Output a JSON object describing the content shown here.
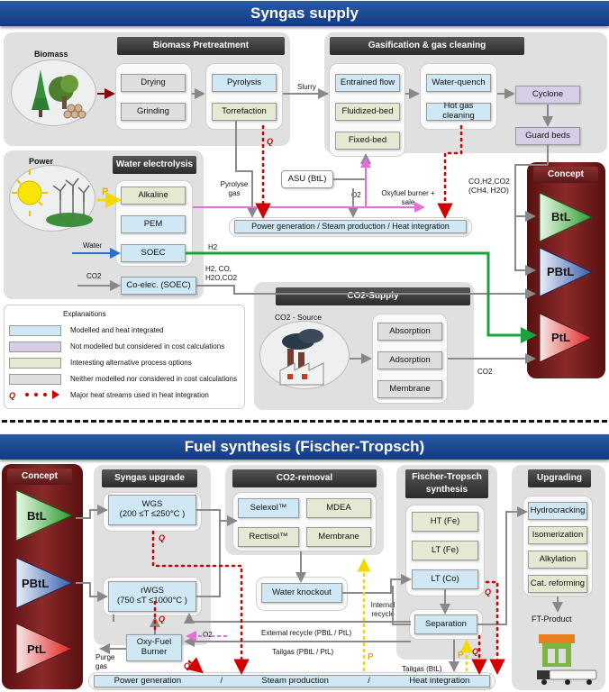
{
  "top": {
    "banner": "Syngas supply",
    "biomass_label": "Biomass",
    "biomass_pretreatment": {
      "title": "Biomass Pretreatment",
      "drying": "Drying",
      "grinding": "Grinding",
      "pyrolysis": "Pyrolysis",
      "torrefaction": "Torrefaction"
    },
    "slurry": "Slurry",
    "gasification": {
      "title": "Gasification & gas cleaning",
      "entrained": "Entrained flow",
      "fluidized": "Fluidized-bed",
      "fixed": "Fixed-bed",
      "quench": "Water-quench",
      "hotgas": "Hot gas cleaning",
      "cyclone": "Cyclone",
      "guard": "Guard beds"
    },
    "power_label": "Power",
    "electrolysis": {
      "title": "Water electrolysis",
      "alkaline": "Alkaline",
      "pem": "PEM",
      "soec": "SOEC",
      "coelec": "Co-elec. (SOEC)"
    },
    "p_symbol": "P",
    "q_symbol": "Q",
    "pyrolyse_gas": "Pyrolyse gas",
    "asu": "ASU (BtL)",
    "o2": "O2",
    "oxyfuel_sale": "Oxyfuel burner + sale",
    "power_gen_bar": "Power generation   /  Steam production  /  Heat integration",
    "water": "Water",
    "co2_in": "CO2",
    "h2": "H2",
    "h2co": "H2, CO,",
    "h2oco2": "H2O,CO2",
    "syngas_co": "CO,H2,CO2",
    "syngas_ch4": "(CH4, H2O)",
    "concept": {
      "title": "Concept",
      "btl": "BtL",
      "pbtl": "PBtL",
      "ptl": "PtL"
    },
    "explanations": {
      "title": "Explanaitions",
      "items": [
        "Modelled and heat integrated",
        "Not modelled but considered in cost calculations",
        "Interesting alternative process options",
        "Neither modelled nor considered in cost calculations",
        "Major heat streams used in heat integration"
      ]
    },
    "co2_supply": {
      "title": "CO2-Supply",
      "source": "CO2 - Source",
      "absorption": "Absorption",
      "adsorption": "Adsorption",
      "membrane": "Membrane",
      "co2_out": "CO2"
    }
  },
  "bottom": {
    "banner": "Fuel synthesis (Fischer-Tropsch)",
    "concept": {
      "title": "Concept",
      "btl": "BtL",
      "pbtl": "PBtL",
      "ptl": "PtL"
    },
    "syngas_upgrade": {
      "title": "Syngas upgrade",
      "wgs": "WGS",
      "wgs_range": "(200 ≤T ≤250°C )",
      "rwgs": "rWGS",
      "rwgs_range": "(750 ≤T ≤1000°C )"
    },
    "co2_removal": {
      "title": "CO2-removal",
      "selexol": "Selexol™",
      "mdea": "MDEA",
      "rectisol": "Rectisol™",
      "membrane": "Membrane",
      "water_knockout": "Water knockout"
    },
    "ft": {
      "title_line1": "Fischer-Tropsch",
      "title_line2": "synthesis",
      "ht": "HT (Fe)",
      "lt_fe": "LT (Fe)",
      "lt_co": "LT (Co)",
      "separation": "Separation"
    },
    "upgrading": {
      "title": "Upgrading",
      "hydrocracking": "Hydrocracking",
      "isomerization": "Isomerization",
      "alkylation": "Alkylation",
      "reforming": "Cat. reforming",
      "product": "FT-Product"
    },
    "oxy_burner": "Oxy-Fuel Burner",
    "o2": "O2",
    "internal_recycle": "Internal recycle",
    "external_recycle": "External recycle (PBtL / PtL)",
    "tailgas_pbtl": "Tailgas (PBtL / PtL)",
    "tailgas_btl": "Tailgas (BtL)",
    "purge_gas": "Purge gas",
    "power_bar": {
      "a": "Power generation",
      "b": "Steam production",
      "c": "Heat integration",
      "sep": "/"
    },
    "q_symbol": "Q",
    "p_symbol": "P"
  },
  "colors": {
    "banner": "#1f4c99",
    "modelled": "#cfe8f3",
    "not_modelled": "#d6cde6",
    "alternative": "#e4e9d2",
    "neither": "#dedede",
    "heat": "#d00000",
    "power": "#f2d900",
    "h2_line": "#1aa33a",
    "o2_line": "#e36fd9",
    "water_line": "#2a6fd0",
    "concept_bg": "#6a1a1a"
  }
}
